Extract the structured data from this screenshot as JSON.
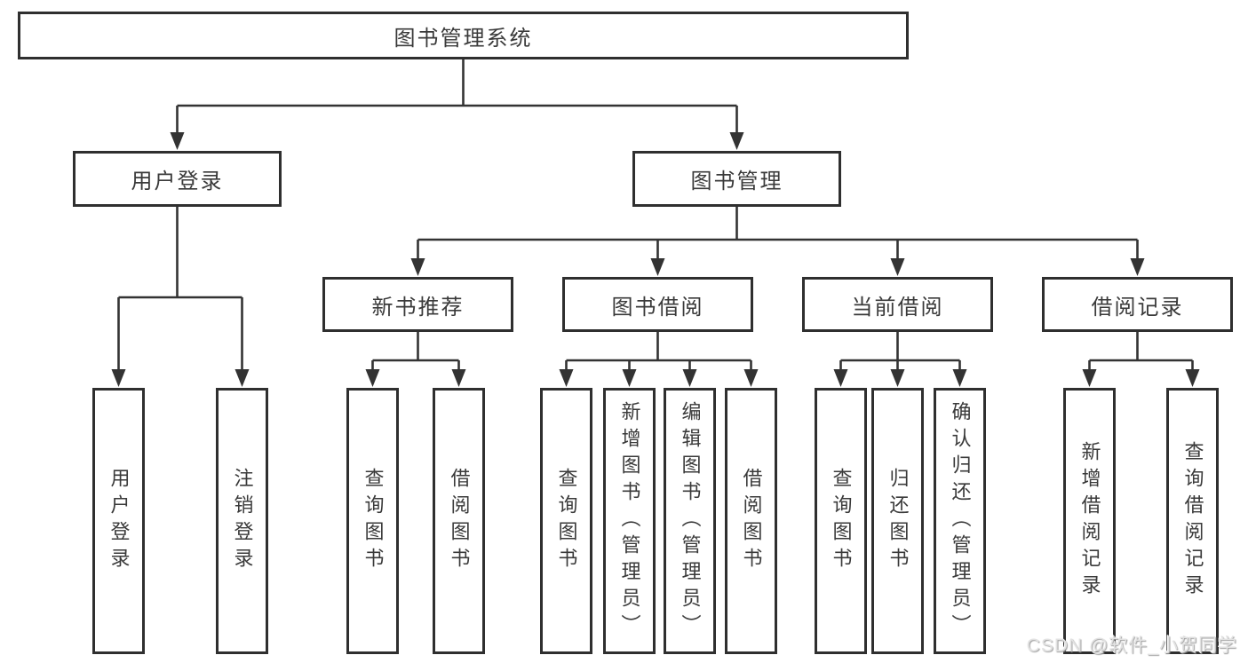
{
  "diagram": {
    "root": {
      "label": "图书管理系统"
    },
    "level2": {
      "user_login": {
        "label": "用户登录"
      },
      "book_mgmt": {
        "label": "图书管理"
      }
    },
    "level3": {
      "new_books": {
        "label": "新书推荐"
      },
      "book_borrow": {
        "label": "图书借阅"
      },
      "current_borrow": {
        "label": "当前借阅"
      },
      "borrow_records": {
        "label": "借阅记录"
      }
    },
    "leaves": {
      "user_login": [
        {
          "label": "用户登录"
        },
        {
          "label": "注销登录"
        }
      ],
      "new_books": [
        {
          "label": "查询图书"
        },
        {
          "label": "借阅图书"
        }
      ],
      "book_borrow": [
        {
          "label": "查询图书"
        },
        {
          "label": "新增图书（管理员）"
        },
        {
          "label": "编辑图书（管理员）"
        },
        {
          "label": "借阅图书"
        }
      ],
      "current_borrow": [
        {
          "label": "查询图书"
        },
        {
          "label": "归还图书"
        },
        {
          "label": "确认归还（管理员）"
        }
      ],
      "borrow_records": [
        {
          "label": "新增借阅记录"
        },
        {
          "label": "查询借阅记录"
        }
      ]
    }
  },
  "colors": {
    "line": "#333333",
    "border": "#2f2f2f",
    "text": "#3a3a3a",
    "background": "#ffffff",
    "watermark": "#e2e2e2"
  },
  "watermark": {
    "text": "CSDN @软件_小贺同学"
  }
}
